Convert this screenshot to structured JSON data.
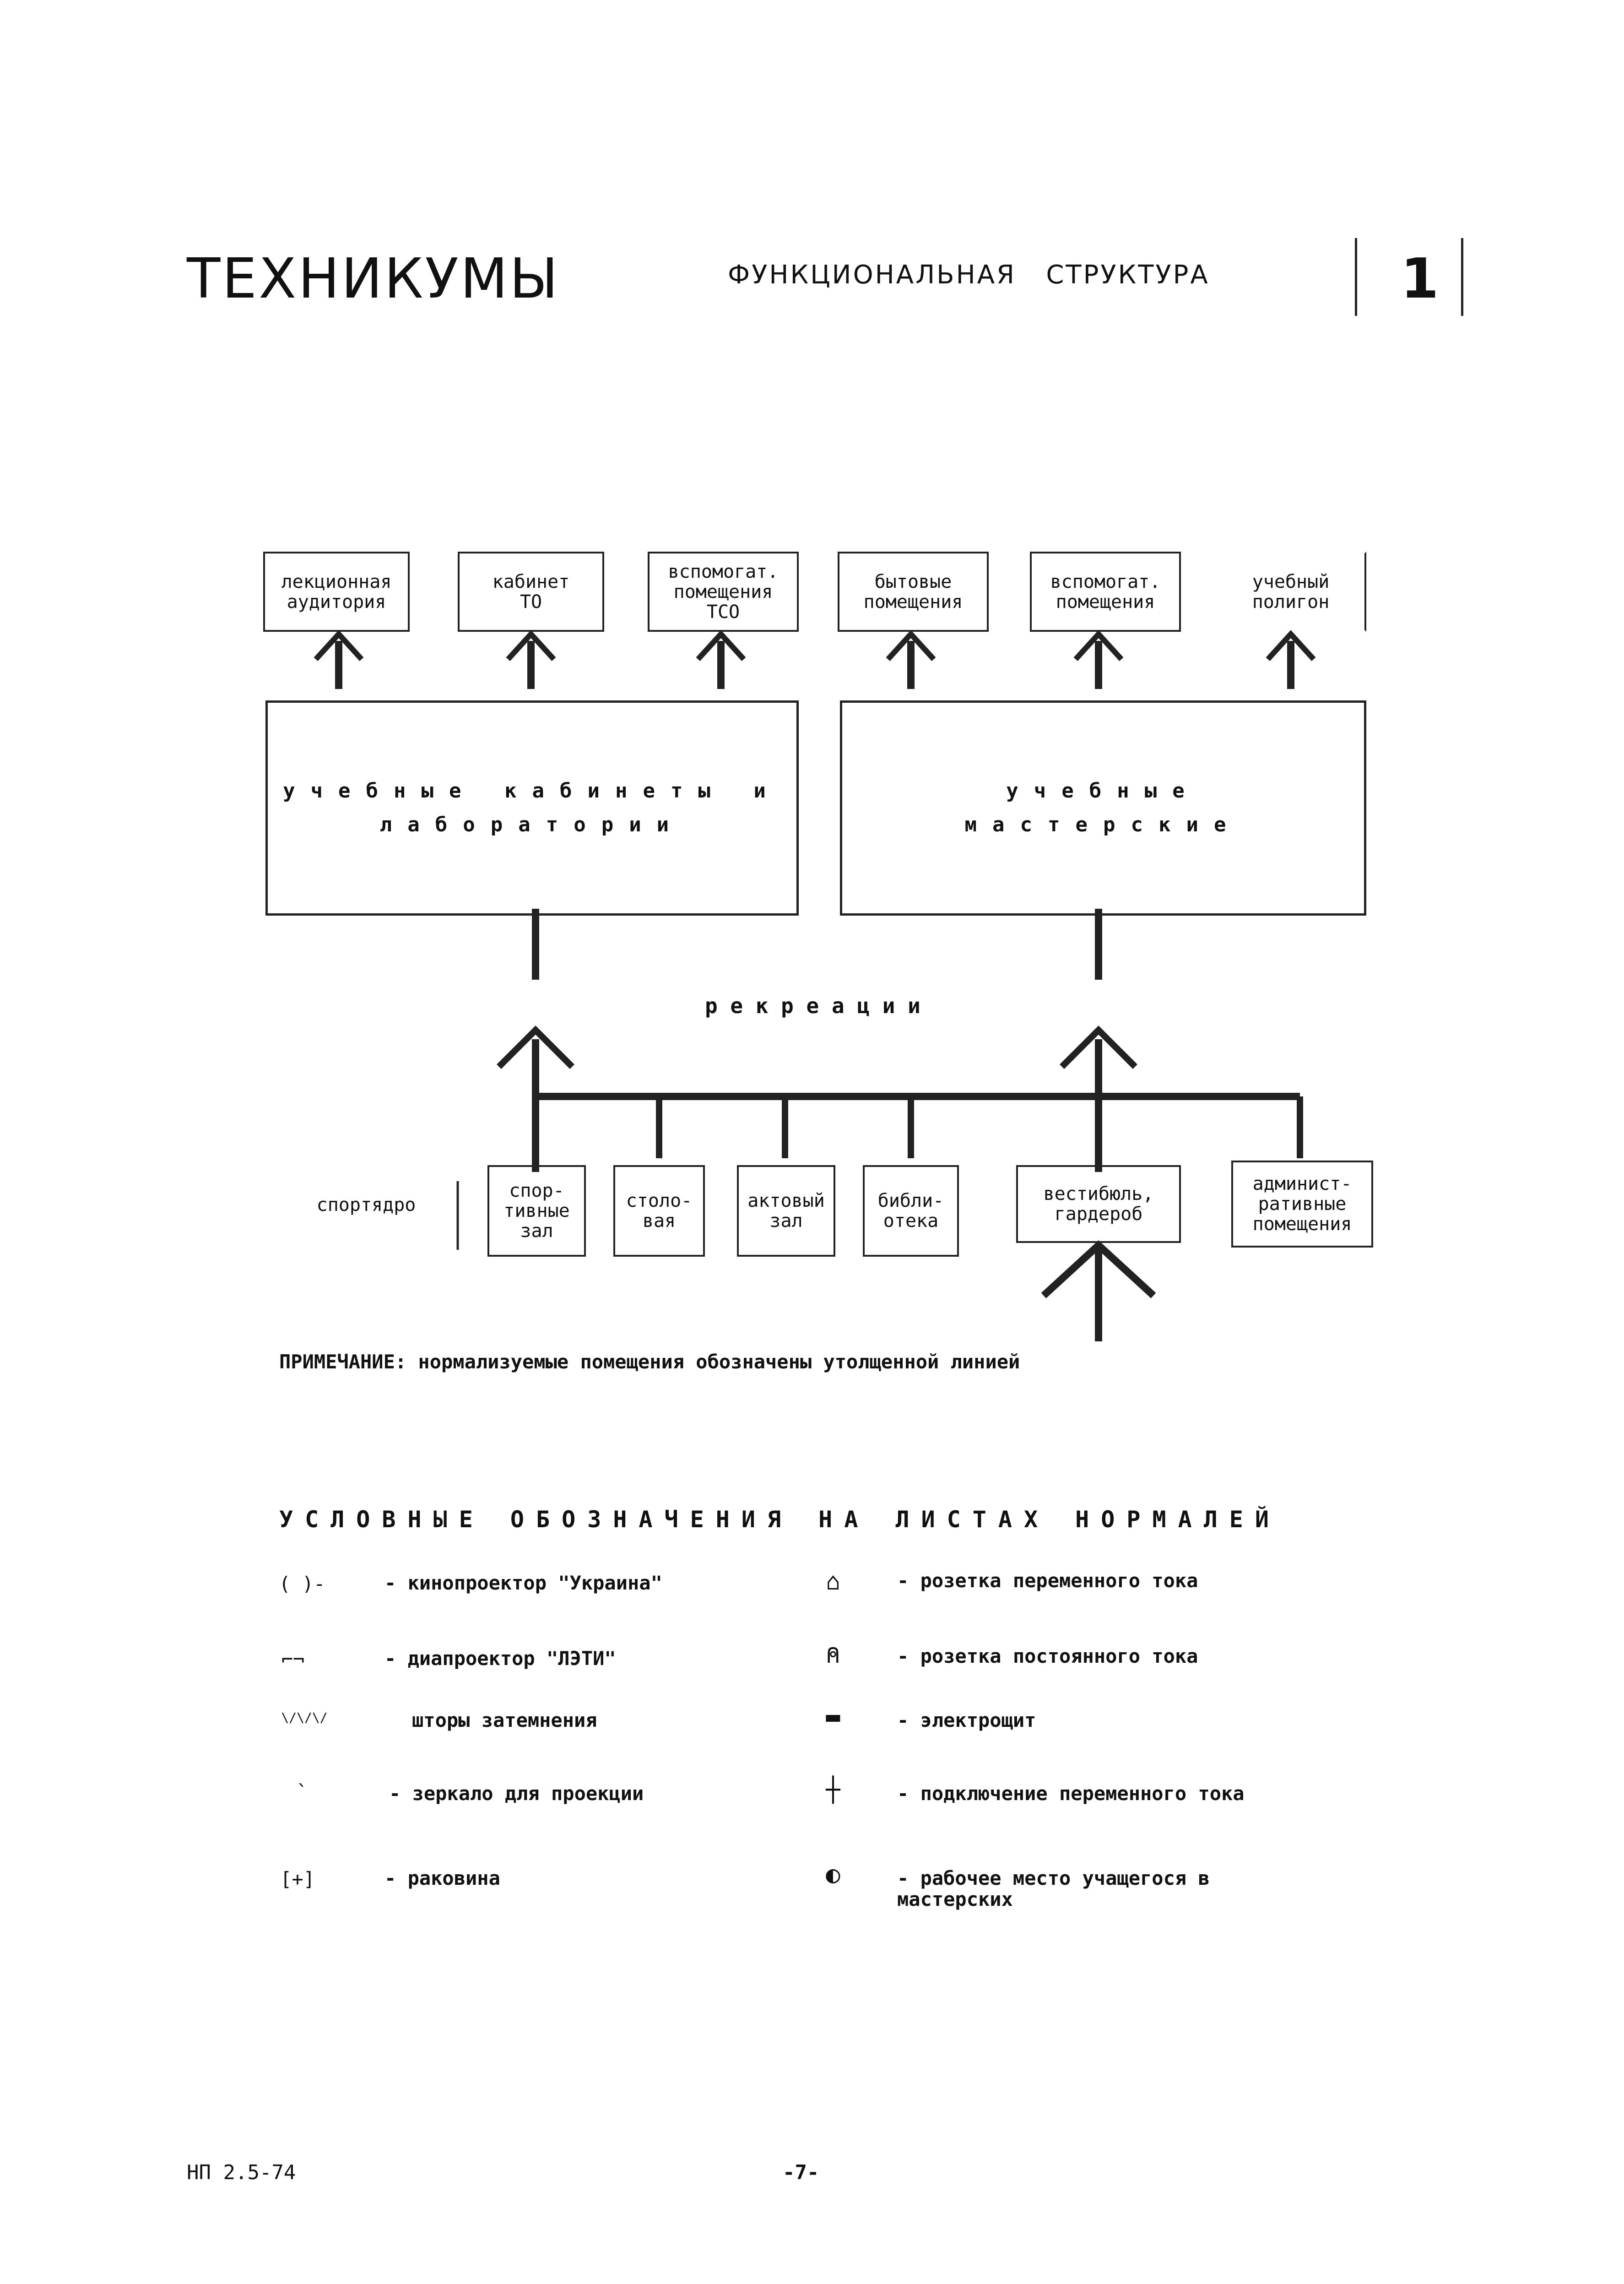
{
  "header": {
    "title": "ТЕХНИКУМЫ",
    "subtitle": "ФУНКЦИОНАЛЬНАЯ   СТРУКТУРА",
    "sheet_number": "1"
  },
  "diagram": {
    "top_boxes": [
      "лекционная\nаудитория",
      "кабинет\nТО",
      "вспомогат.\nпомещения\nТСО",
      "бытовые\nпомещения",
      "вспомогат.\nпомещения",
      "учебный\nполигон"
    ],
    "cabinets": "учебные кабинеты и\nлаборатории",
    "workshops": "учебные\nмастерские",
    "recreation": "р е к р е а ц и и",
    "sport_core": "спортядро",
    "bottom_boxes": [
      "спор-\nтивные\nзал",
      "столо-\nвая",
      "актовый\nзал",
      "библи-\nотека",
      "вестибюль,\nгардероб",
      "админист-\nративные\nпомещения"
    ]
  },
  "note": "ПРИМЕЧАНИЕ: нормализуемые помещения обозначены утолщенной линией",
  "legend": {
    "title": "УСЛОВНЫЕ ОБОЗНАЧЕНИЯ НА ЛИСТАХ НОРМАЛЕЙ",
    "left": [
      {
        "symbol": "( )-",
        "text": "- кинопроектор \"Украина\""
      },
      {
        "symbol": "⌐¬",
        "text": "- диапроектор \"ЛЭТИ\""
      },
      {
        "symbol": "\\/\\/\\/",
        "text": "шторы затемнения"
      },
      {
        "symbol": "`",
        "text": "- зеркало для проекции"
      },
      {
        "symbol": "[+]",
        "text": "- раковина"
      }
    ],
    "right": [
      {
        "symbol": "⌂",
        "text": "- розетка переменного тока"
      },
      {
        "symbol": "⍝",
        "text": "- розетка постоянного тока"
      },
      {
        "symbol": "▬",
        "text": "- электрощит"
      },
      {
        "symbol": "┼",
        "text": "- подключение переменного тока"
      },
      {
        "symbol": "◐",
        "text": "- рабочее место учащегося в\nмастерских"
      }
    ]
  },
  "footer": {
    "doc_code": "НП 2.5-74",
    "page": "-7-"
  }
}
